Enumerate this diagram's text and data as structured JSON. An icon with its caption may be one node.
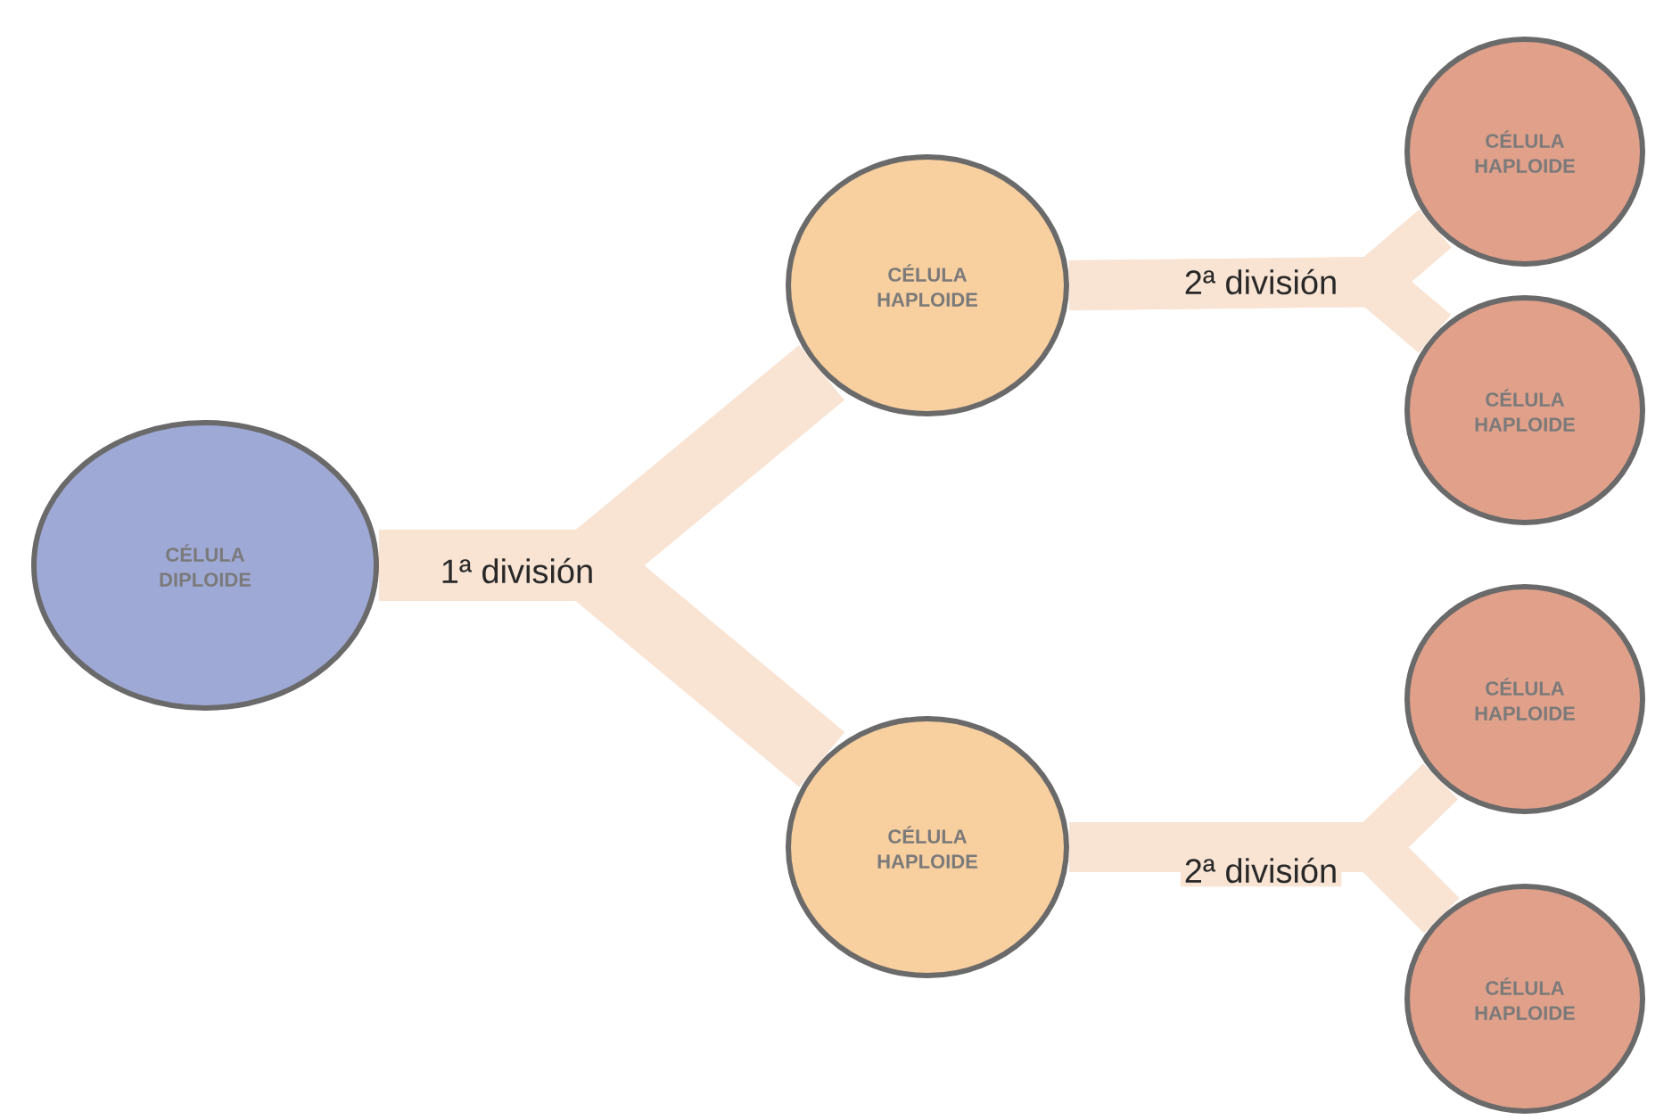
{
  "diagram": {
    "nodes": [
      {
        "text": [
          "CÉLULA DIPLOIDE"
        ]
      },
      {
        "text": [
          "CÉLULA HAPLOIDE"
        ]
      },
      {
        "text": [
          "CÉLULA HAPLOIDE"
        ]
      },
      {
        "text": [
          "CÉLULA HAPLOIDE"
        ]
      },
      {
        "text": [
          "CÉLULA HAPLOIDE"
        ]
      },
      {
        "text": [
          "CÉLULA HAPLOIDE"
        ]
      },
      {
        "text": [
          "CÉLULA HAPLOIDE"
        ]
      }
    ],
    "edges": [
      {
        "from": 0,
        "to": 1,
        "arrow": "none",
        "label": "1ª división"
      },
      {
        "from": 0,
        "to": 2,
        "arrow": "none"
      },
      {
        "from": 1,
        "to": 3,
        "arrow": "none",
        "label": "2ª división"
      },
      {
        "from": 1,
        "to": 4,
        "arrow": "none"
      },
      {
        "from": 2,
        "to": 5,
        "arrow": "none",
        "label": "2ª división"
      },
      {
        "from": 2,
        "to": 6,
        "arrow": "none"
      }
    ]
  }
}
